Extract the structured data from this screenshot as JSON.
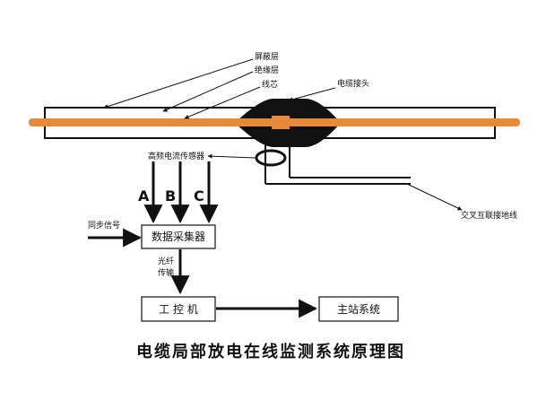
{
  "labels": {
    "shield_layer": "屏蔽层",
    "insulation_layer": "绝缘层",
    "conductor": "线芯",
    "cable_joint": "电缆接头",
    "hf_ct_sensor": "高频电流传感器",
    "cross_bonding_ground": "交叉互联接地线",
    "sync_signal": "同步信号",
    "phase_a": "A",
    "phase_b": "B",
    "phase_c": "C",
    "data_acquisition": "数据采集器",
    "fiber_line1": "光纤",
    "fiber_line2": "传输",
    "ipc": "工  控  机",
    "master_station": "主站系统"
  },
  "title": "电缆局部放电在线监测系统原理图",
  "colors": {
    "conductor": "#e8893a",
    "line": "#111111",
    "joint": "#111111"
  }
}
